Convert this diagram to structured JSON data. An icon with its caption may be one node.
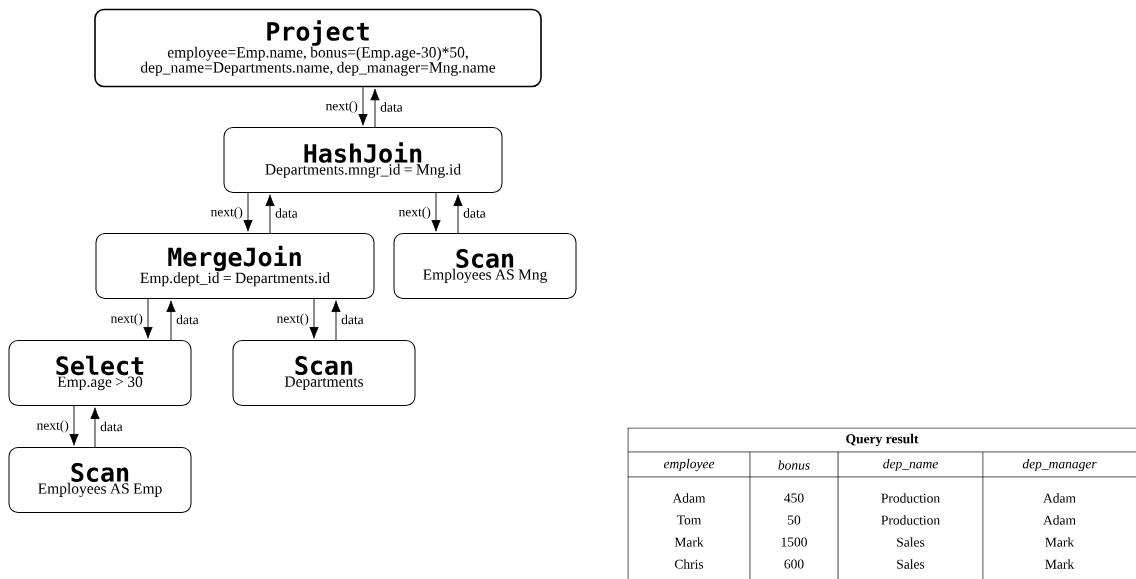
{
  "diagram": {
    "nodes": [
      {
        "text": [
          "Project",
          "employee=Emp.name, bonus=(Emp.age-30)*50, dep_name=Departments.name, dep_manager=Mng.name"
        ]
      },
      {
        "text": [
          "HashJoin",
          "Departments.mngr_id = Mng.id"
        ]
      },
      {
        "text": [
          "MergeJoin",
          "Emp.dept_id = Departments.id"
        ]
      },
      {
        "text": [
          "Scan",
          "Employees AS Mng"
        ]
      },
      {
        "text": [
          "Select",
          "Emp.age > 30"
        ]
      },
      {
        "text": [
          "Scan",
          "Departments"
        ]
      },
      {
        "text": [
          "Scan",
          "Employees AS Emp"
        ]
      }
    ],
    "edges": [
      {
        "from": 0,
        "to": 1,
        "arrow": "to",
        "label": "next()"
      },
      {
        "from": 1,
        "to": 0,
        "arrow": "to",
        "label": "data"
      },
      {
        "from": 1,
        "to": 2,
        "arrow": "to",
        "label": "next()"
      },
      {
        "from": 2,
        "to": 1,
        "arrow": "to",
        "label": "data"
      },
      {
        "from": 1,
        "to": 3,
        "arrow": "to",
        "label": "next()"
      },
      {
        "from": 3,
        "to": 1,
        "arrow": "to",
        "label": "data"
      },
      {
        "from": 2,
        "to": 4,
        "arrow": "to",
        "label": "next()"
      },
      {
        "from": 4,
        "to": 2,
        "arrow": "to",
        "label": "data"
      },
      {
        "from": 2,
        "to": 5,
        "arrow": "to",
        "label": "next()"
      },
      {
        "from": 5,
        "to": 2,
        "arrow": "to",
        "label": "data"
      },
      {
        "from": 4,
        "to": 6,
        "arrow": "to",
        "label": "next()"
      },
      {
        "from": 6,
        "to": 4,
        "arrow": "to",
        "label": "data"
      }
    ],
    "labels": [
      "Query result",
      "employee",
      "bonus",
      "dep_name",
      "dep_manager",
      "Adam",
      "450",
      "Production",
      "Adam",
      "Tom",
      "50",
      "Production",
      "Adam",
      "Mark",
      "1500",
      "Sales",
      "Mark",
      "Chris",
      "600",
      "Sales",
      "Mark"
    ]
  }
}
